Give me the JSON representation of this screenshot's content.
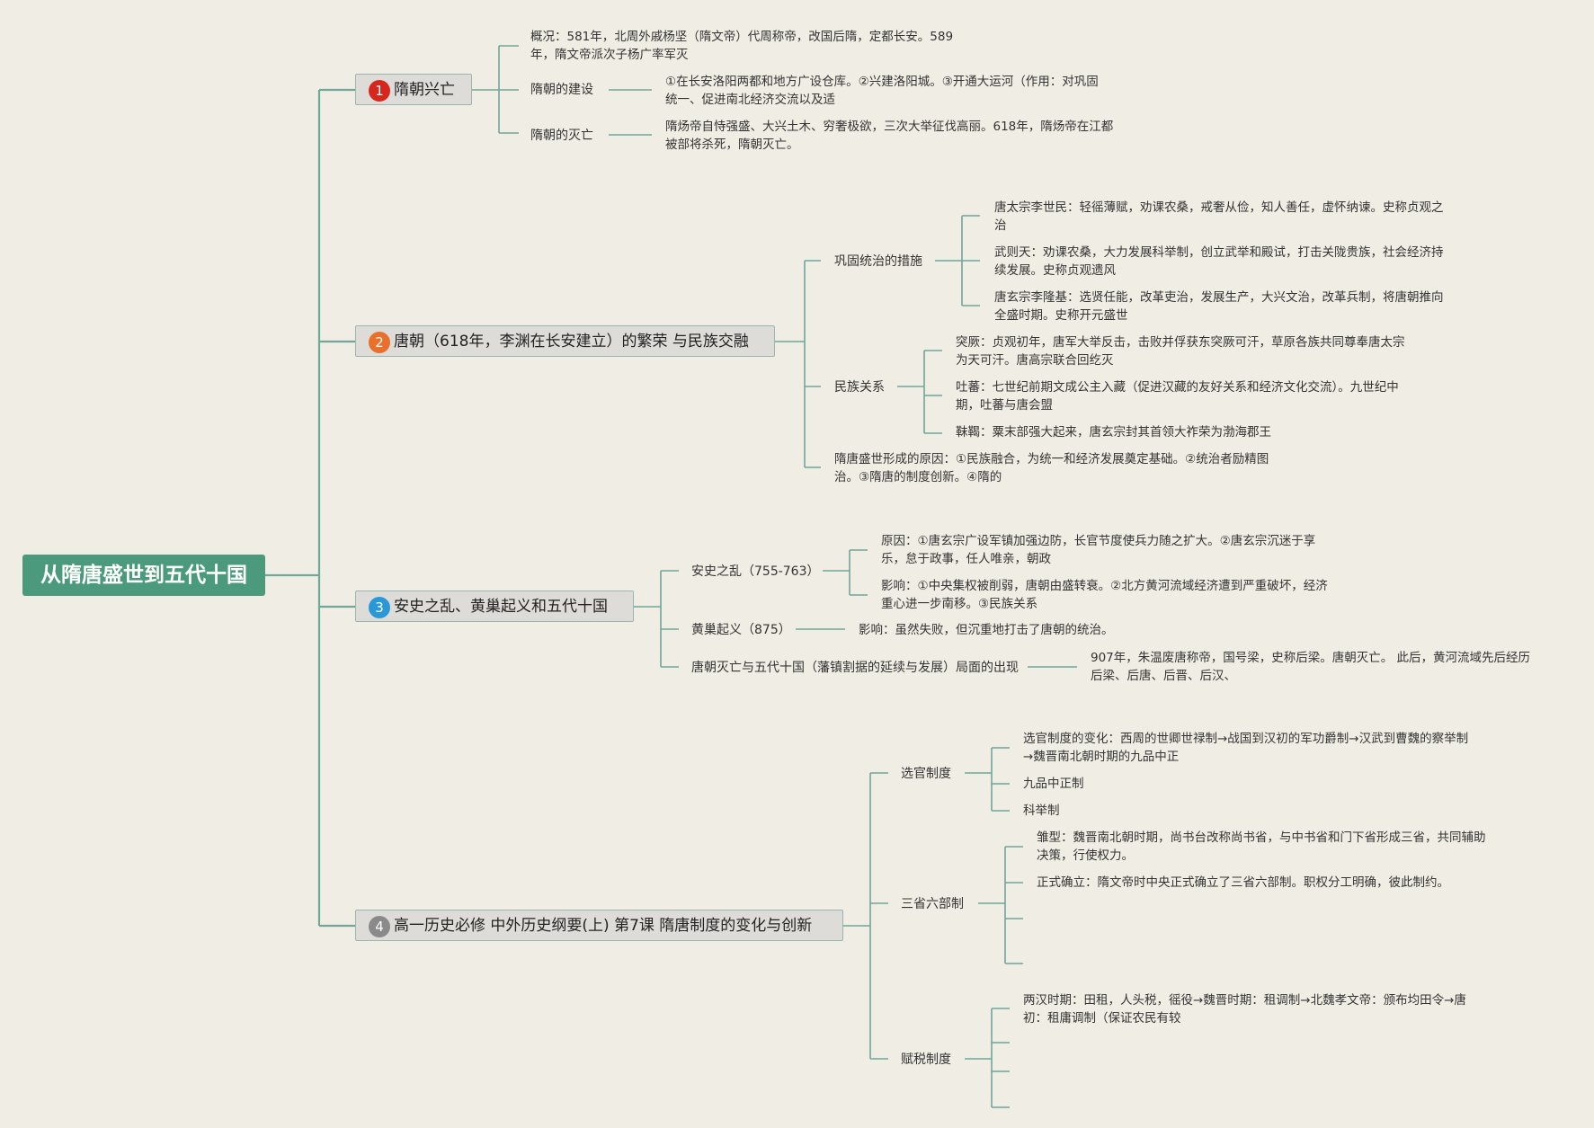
{
  "root": "从隋唐盛世到五代十国",
  "badge_colors": [
    "#d7271d",
    "#e8702a",
    "#2a98d6",
    "#8a8a8a"
  ],
  "topics": [
    {
      "number": "1",
      "title": "隋朝兴亡",
      "overview": "概况：581年，北周外戚杨坚（隋文帝）代周称帝，改国后隋，定都长安。589年，隋文帝派次子杨广率军灭",
      "items": [
        {
          "label": "隋朝的建设",
          "text": "①在长安洛阳两都和地方广设仓库。②兴建洛阳城。③开通大运河（作用：对巩固统一、促进南北经济交流以及适"
        },
        {
          "label": "隋朝的灭亡",
          "text": "隋炀帝自恃强盛、大兴土木、穷奢极欲，三次大举征伐高丽。618年，隋炀帝在江都被部将杀死，隋朝灭亡。"
        }
      ]
    },
    {
      "number": "2",
      "title": "唐朝（618年，李渊在长安建立）的繁荣 与民族交融",
      "items": [
        {
          "label": "巩固统治的措施",
          "children": [
            "唐太宗李世民：轻徭薄赋，劝课农桑，戒奢从俭，知人善任，虚怀纳谏。史称贞观之治",
            "武则天：劝课农桑，大力发展科举制，创立武举和殿试，打击关陇贵族，社会经济持续发展。史称贞观遗风",
            "唐玄宗李隆基：选贤任能，改革吏治，发展生产，大兴文治，改革兵制，将唐朝推向全盛时期。史称开元盛世"
          ]
        },
        {
          "label": "民族关系",
          "children": [
            "突厥：贞观初年，唐军大举反击，击败并俘获东突厥可汗，草原各族共同尊奉唐太宗为天可汗。唐高宗联合回纥灭",
            "吐蕃：七世纪前期文成公主入藏（促进汉藏的友好关系和经济文化交流）。九世纪中期，吐蕃与唐会盟",
            "靺鞨：粟末部强大起来，唐玄宗封其首领大祚荣为渤海郡王"
          ]
        },
        {
          "text": "隋唐盛世形成的原因：①民族融合，为统一和经济发展奠定基础。②统治者励精图治。③隋唐的制度创新。④隋的"
        }
      ]
    },
    {
      "number": "3",
      "title": "安史之乱、黄巢起义和五代十国",
      "items": [
        {
          "label": "安史之乱（755-763）",
          "children": [
            "原因：①唐玄宗广设军镇加强边防，长官节度使兵力随之扩大。②唐玄宗沉迷于享乐，怠于政事，任人唯亲，朝政",
            "影响：①中央集权被削弱，唐朝由盛转衰。②北方黄河流域经济遭到严重破坏，经济重心进一步南移。③民族关系"
          ]
        },
        {
          "label": "黄巢起义（875）",
          "text": "影响：虽然失败，但沉重地打击了唐朝的统治。"
        },
        {
          "label": "唐朝灭亡与五代十国（藩镇割据的延续与发展）局面的出现",
          "text": "907年，朱温废唐称帝，国号梁，史称后梁。唐朝灭亡。 此后，黄河流域先后经历后梁、后唐、后晋、后汉、"
        }
      ]
    },
    {
      "number": "4",
      "title": "高一历史必修 中外历史纲要(上) 第7课 隋唐制度的变化与创新",
      "items": [
        {
          "label": "选官制度",
          "children": [
            "选官制度的变化：西周的世卿世禄制→战国到汉初的军功爵制→汉武到曹魏的察举制→魏晋南北朝时期的九品中正",
            "九品中正制",
            "科举制"
          ]
        },
        {
          "label": "三省六部制",
          "children": [
            "雏型：魏晋南北朝时期，尚书台改称尚书省，与中书省和门下省形成三省，共同辅助决策，行使权力。",
            "正式确立：隋文帝时中央正式确立了三省六部制。职权分工明确，彼此制约。"
          ]
        },
        {
          "label": "赋税制度",
          "children": [
            "两汉时期：田租，人头税，徭役→魏晋时期：租调制→北魏孝文帝：颁布均田令→唐初：租庸调制（保证农民有较"
          ]
        }
      ]
    }
  ]
}
